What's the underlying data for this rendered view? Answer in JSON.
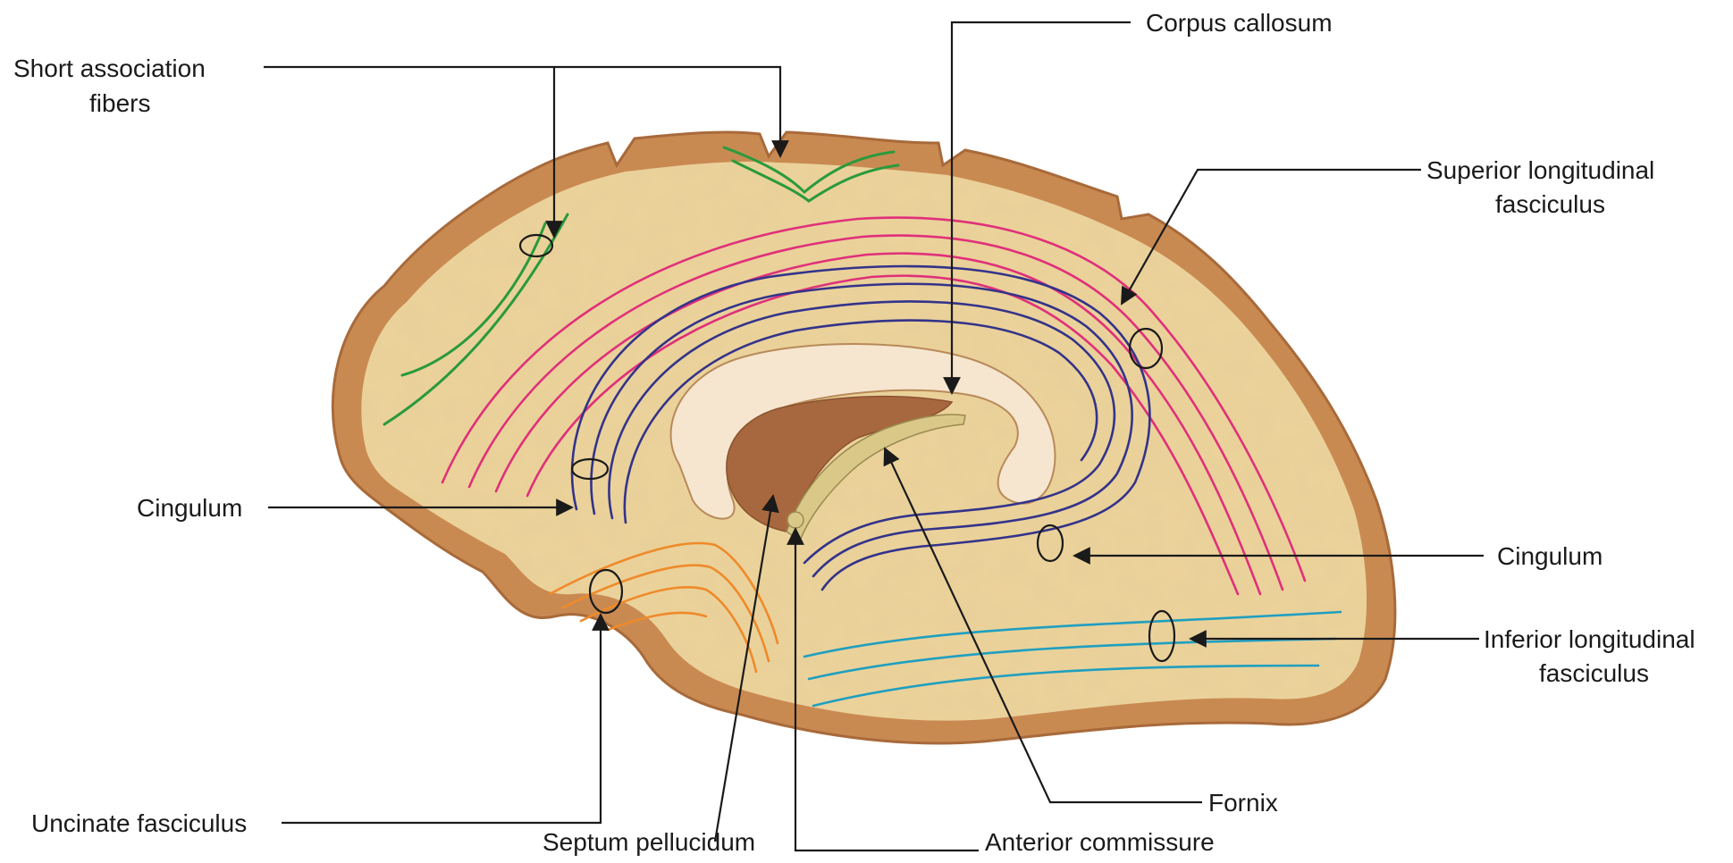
{
  "labels": {
    "short_association_fibers_1": "Short association",
    "short_association_fibers_2": "fibers",
    "corpus_callosum": "Corpus callosum",
    "superior_longitudinal_1": "Superior longitudinal",
    "superior_longitudinal_2": "fasciculus",
    "cingulum_left": "Cingulum",
    "cingulum_right": "Cingulum",
    "inferior_longitudinal_1": "Inferior longitudinal",
    "inferior_longitudinal_2": "fasciculus",
    "fornix": "Fornix",
    "uncinate_fasciculus": "Uncinate fasciculus",
    "septum_pellucidum": "Septum pellucidum",
    "anterior_commissure": "Anterior commissure"
  },
  "colors": {
    "cortex_rim": "#c98a52",
    "white_matter": "#ecd39b",
    "callosum": "#f6e6cf",
    "septum": "#a8683f",
    "fornix": "#d9c887",
    "short_fibers": "#2a9a3c",
    "superior_longitudinal": "#e0307a",
    "cingulum": "#33338a",
    "inferior_longitudinal": "#1f9fc0",
    "uncinate": "#ef8a2a",
    "leader_lines": "#1a1a1a"
  }
}
